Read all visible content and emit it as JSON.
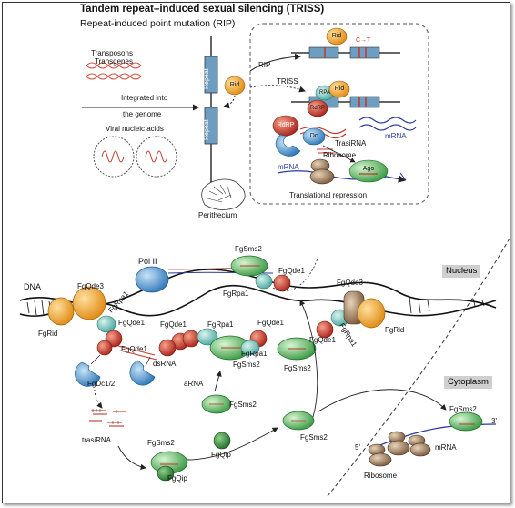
{
  "title": "Tandem repeat–induced sexual silencing (TRISS)",
  "subtitle": "Repeat-induced point mutation (RIP)",
  "top": {
    "transposons": "Transposons",
    "transgenes": "Transgenes",
    "integrated": "Integrated into",
    "the_genome": "the genome",
    "viral": "Viral nucleic acids",
    "repeat": "Repeat",
    "rid": "Rid",
    "rip": "RIP",
    "triss": "TRISS",
    "c_to_t": "C→T",
    "rdrp": "RdRP",
    "dc": "Dc",
    "trasirna": "TrasiRNA",
    "mrna": "mRNA",
    "ribosome": "Ribosome",
    "ago": "Ago",
    "translational_repression": "Translational repression",
    "perithecium": "Perithecium"
  },
  "bottom": {
    "dna": "DNA",
    "pol2": "Pol II",
    "fgsms2": "FgSms2",
    "fgqde1": "FgQde1",
    "fgrpa1": "FgRpa1",
    "fgqde3": "FgQde3",
    "fgrid": "FgRid",
    "dsrna": "dsRNA",
    "fgdc12": "FgDc1/2",
    "arna": "aRNA",
    "trasirna": "trasiRNA",
    "fgqip": "FgQip",
    "ribosome": "Ribosome",
    "mrna": "mRNA",
    "five_prime": "5'",
    "three_prime": "3'",
    "nucleus": "Nucleus",
    "cytoplasm": "Cytoplasm"
  },
  "colors": {
    "orange": "#f0a030",
    "red": "#c0392b",
    "blue": "#4a90c8",
    "green": "#4caf50",
    "teal": "#5bb8b0",
    "brown": "#8b6a4a",
    "dna_box": "#6d9ec2"
  }
}
